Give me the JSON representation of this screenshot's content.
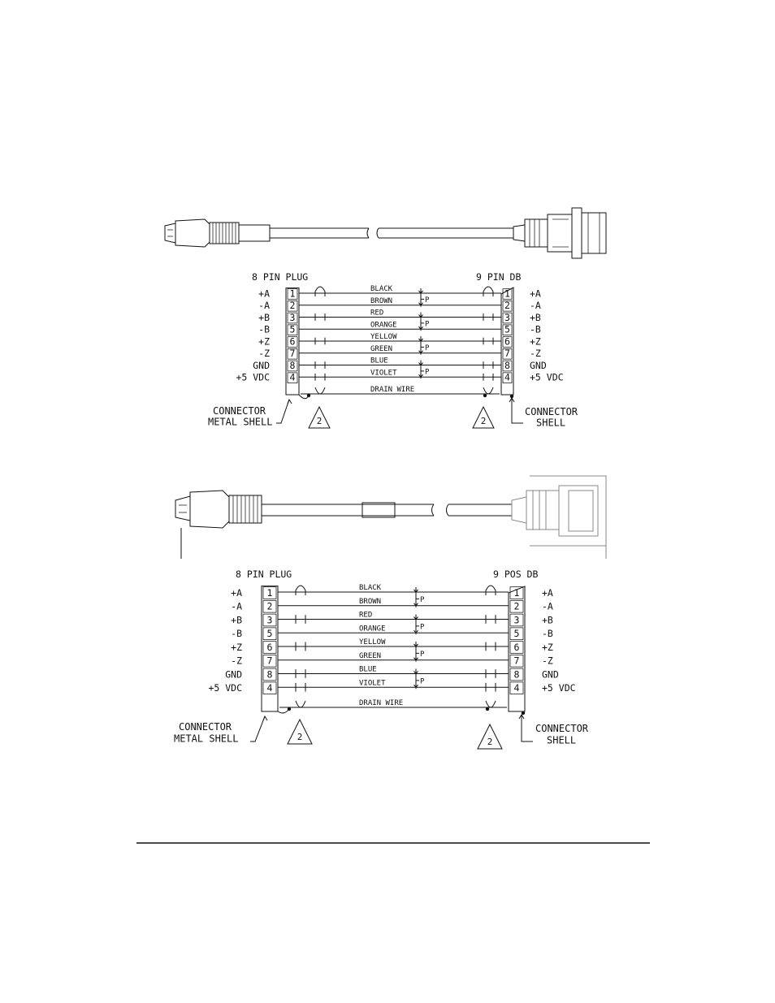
{
  "diagrams": [
    {
      "plug_title": "8 PIN PLUG",
      "db_title": "9 PIN DB",
      "left_signals": [
        "+A",
        "-A",
        "+B",
        "-B",
        "+Z",
        "-Z",
        "GND",
        "+5 VDC"
      ],
      "left_pins": [
        "1",
        "2",
        "3",
        "5",
        "6",
        "7",
        "8",
        "4"
      ],
      "wires": [
        "BLACK",
        "BROWN",
        "RED",
        "ORANGE",
        "YELLOW",
        "GREEN",
        "BLUE",
        "VIOLET"
      ],
      "pair_marks": [
        "P",
        "P",
        "P",
        "P"
      ],
      "right_pins": [
        "1",
        "2",
        "3",
        "5",
        "6",
        "7",
        "8",
        "4"
      ],
      "right_signals": [
        "+A",
        "-A",
        "+B",
        "-B",
        "+Z",
        "-Z",
        "GND",
        "+5 VDC"
      ],
      "drain_label": "DRAIN WIRE",
      "left_shell": [
        "CONNECTOR",
        "METAL SHELL"
      ],
      "right_shell": [
        "CONNECTOR",
        "SHELL"
      ],
      "note_left": "2",
      "note_right": "2"
    },
    {
      "plug_title": "8 PIN PLUG",
      "db_title": "9 POS DB",
      "left_signals": [
        "+A",
        "-A",
        "+B",
        "-B",
        "+Z",
        "-Z",
        "GND",
        "+5 VDC"
      ],
      "left_pins": [
        "1",
        "2",
        "3",
        "5",
        "6",
        "7",
        "8",
        "4"
      ],
      "wires": [
        "BLACK",
        "BROWN",
        "RED",
        "ORANGE",
        "YELLOW",
        "GREEN",
        "BLUE",
        "VIOLET"
      ],
      "pair_marks": [
        "P",
        "P",
        "P",
        "P"
      ],
      "right_pins": [
        "1",
        "2",
        "3",
        "5",
        "6",
        "7",
        "8",
        "4"
      ],
      "right_signals": [
        "+A",
        "-A",
        "+B",
        "-B",
        "+Z",
        "-Z",
        "GND",
        "+5 VDC"
      ],
      "drain_label": "DRAIN WIRE",
      "left_shell": [
        "CONNECTOR",
        "METAL SHELL"
      ],
      "right_shell": [
        "CONNECTOR",
        "SHELL"
      ],
      "note_left": "2",
      "note_right": "2"
    }
  ]
}
